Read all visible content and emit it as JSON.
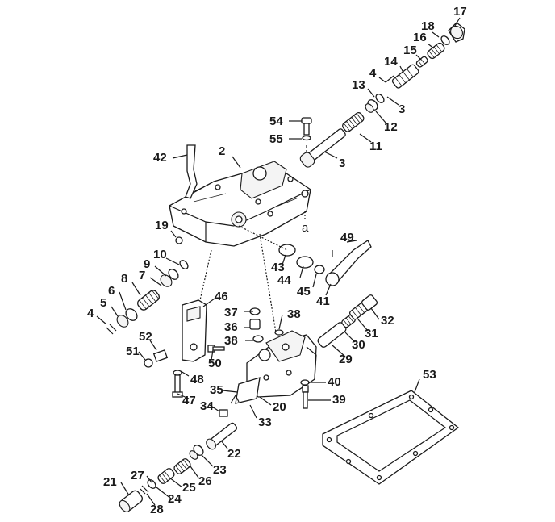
{
  "callouts": {
    "c17": "17",
    "c18": "18",
    "c16": "16",
    "c15": "15",
    "c14": "14",
    "c4a": "4",
    "c13": "13",
    "c3a": "3",
    "c12": "12",
    "c54": "54",
    "c55": "55",
    "c11": "11",
    "c3b": "3",
    "c42": "42",
    "c2": "2",
    "ca": "a",
    "c19": "19",
    "c49": "49",
    "c10": "10",
    "c9": "9",
    "c43": "43",
    "c44": "44",
    "c45": "45",
    "c8": "8",
    "c7": "7",
    "c41": "41",
    "c6": "6",
    "c5": "5",
    "c4b": "4",
    "c46": "46",
    "c37": "37",
    "c38a": "38",
    "c32": "32",
    "c36": "36",
    "c31": "31",
    "c38b": "38",
    "c30": "30",
    "c52": "52",
    "c51": "51",
    "c50": "50",
    "c29": "29",
    "c53": "53",
    "c48": "48",
    "c40": "40",
    "c35": "35",
    "c47": "47",
    "c34": "34",
    "c39": "39",
    "c20": "20",
    "c33": "33",
    "c22": "22",
    "c23": "23",
    "c26": "26",
    "c27": "27",
    "c25": "25",
    "c21": "21",
    "c24": "24",
    "c28": "28"
  }
}
